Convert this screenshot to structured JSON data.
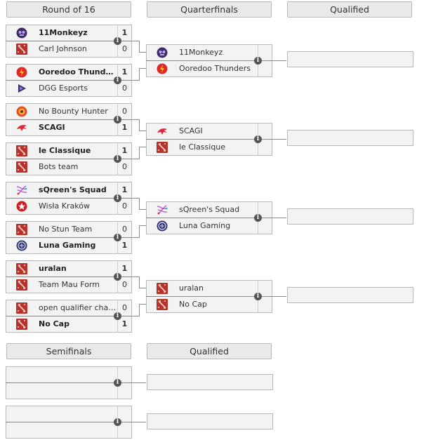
{
  "headers": {
    "round_of_16": "Round of 16",
    "quarterfinals": "Quarterfinals",
    "qualified_top": "Qualified",
    "semifinals": "Semifinals",
    "qualified_bottom": "Qualified"
  },
  "info_glyph": "i",
  "round_of_16": [
    {
      "teams": [
        {
          "name": "11Monkeyz",
          "score": "1",
          "icon": "monkeyz-logo"
        },
        {
          "name": "Carl Johnson",
          "score": "0",
          "icon": "dota-logo"
        }
      ]
    },
    {
      "teams": [
        {
          "name": "Ooredoo Thunders",
          "score": "1",
          "icon": "ooredoo-logo"
        },
        {
          "name": "DGG Esports",
          "score": "0",
          "icon": "dgg-logo"
        }
      ]
    },
    {
      "teams": [
        {
          "name": "No Bounty Hunter",
          "score": "0",
          "icon": "nbh-logo"
        },
        {
          "name": "SCAGI",
          "score": "1",
          "icon": "scagi-logo"
        }
      ]
    },
    {
      "teams": [
        {
          "name": "le Classique",
          "score": "1",
          "icon": "dota-logo"
        },
        {
          "name": "Bots team",
          "score": "0",
          "icon": "dota-logo"
        }
      ]
    },
    {
      "teams": [
        {
          "name": "sQreen's Squad",
          "score": "1",
          "icon": "sqreen-logo"
        },
        {
          "name": "Wisła Kraków",
          "score": "0",
          "icon": "wisla-logo"
        }
      ]
    },
    {
      "teams": [
        {
          "name": "No Stun Team",
          "score": "0",
          "icon": "dota-logo"
        },
        {
          "name": "Luna Gaming",
          "score": "1",
          "icon": "luna-logo"
        }
      ]
    },
    {
      "teams": [
        {
          "name": "uralan",
          "score": "1",
          "icon": "dota-logo"
        },
        {
          "name": "Team Mau Form",
          "score": "0",
          "icon": "dota-logo"
        }
      ]
    },
    {
      "teams": [
        {
          "name": "open qualifier champion",
          "score": "0",
          "icon": "dota-logo"
        },
        {
          "name": "No Cap",
          "score": "1",
          "icon": "dota-logo"
        }
      ]
    }
  ],
  "quarterfinals": [
    {
      "teams": [
        {
          "name": "11Monkeyz",
          "icon": "monkeyz-logo"
        },
        {
          "name": "Ooredoo Thunders",
          "icon": "ooredoo-logo"
        }
      ]
    },
    {
      "teams": [
        {
          "name": "SCAGI",
          "icon": "scagi-logo"
        },
        {
          "name": "le Classique",
          "icon": "dota-logo"
        }
      ]
    },
    {
      "teams": [
        {
          "name": "sQreen's Squad",
          "icon": "sqreen-logo"
        },
        {
          "name": "Luna Gaming",
          "icon": "luna-logo"
        }
      ]
    },
    {
      "teams": [
        {
          "name": "uralan",
          "icon": "dota-logo"
        },
        {
          "name": "No Cap",
          "icon": "dota-logo"
        }
      ]
    }
  ],
  "colors": {
    "dota": "#b8322a",
    "line": "#8a8a8a",
    "header_bg": "#e9e9e9"
  }
}
